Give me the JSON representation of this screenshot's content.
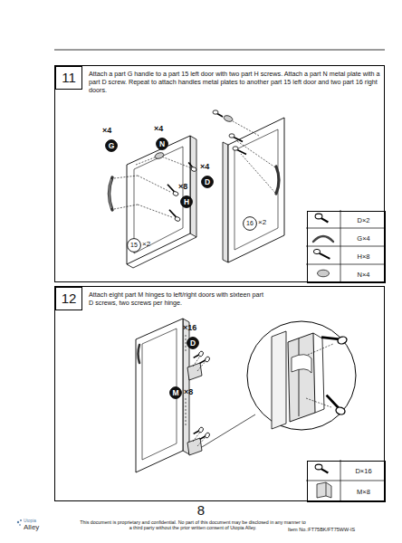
{
  "diagram": {
    "nodes": [
      {
        "text": [
          "Attach a part G handle to a part 15 left door with two part H screws. Attach a part N metal plate with a part D screw. Repeat to attach handles metal plates to another part 15 left door and two part 16 right doors."
        ]
      },
      {
        "text": [
          "11"
        ],
        "in": 0
      },
      {
        "text": [
          "G"
        ],
        "in": 0
      },
      {
        "text": [
          "N"
        ],
        "in": 0
      },
      {
        "text": [
          "D"
        ],
        "in": 0
      },
      {
        "text": [
          "H"
        ],
        "in": 0
      },
      {
        "text": [
          "15"
        ],
        "in": 0
      },
      {
        "text": [
          "16"
        ],
        "in": 0
      },
      {
        "text": [
          "D×2",
          "G×4",
          "H×8",
          "N×4"
        ],
        "in": 0
      },
      {
        "text": [
          "Attach eight part M hinges to left/right doors with sixteen part D screws, two screws per hinge."
        ]
      },
      {
        "text": [
          "12"
        ],
        "in": 9
      },
      {
        "text": [
          "D"
        ],
        "in": 9
      },
      {
        "text": [
          "M"
        ],
        "in": 9
      },
      {
        "text": [
          "D×16",
          "M×8"
        ],
        "in": 9
      }
    ],
    "labels": [
      "×4",
      "×4",
      "×4",
      "×8",
      "×2",
      "×2",
      "×16",
      "×8",
      "8",
      "This document is proprietary and confidential. No part of this document may be disclosed in any manner to a third party without the prior written consent of Utopia Alley.",
      "Item No.:FT75BK/FT75WW-IS",
      "Utopia",
      "Alley"
    ]
  }
}
